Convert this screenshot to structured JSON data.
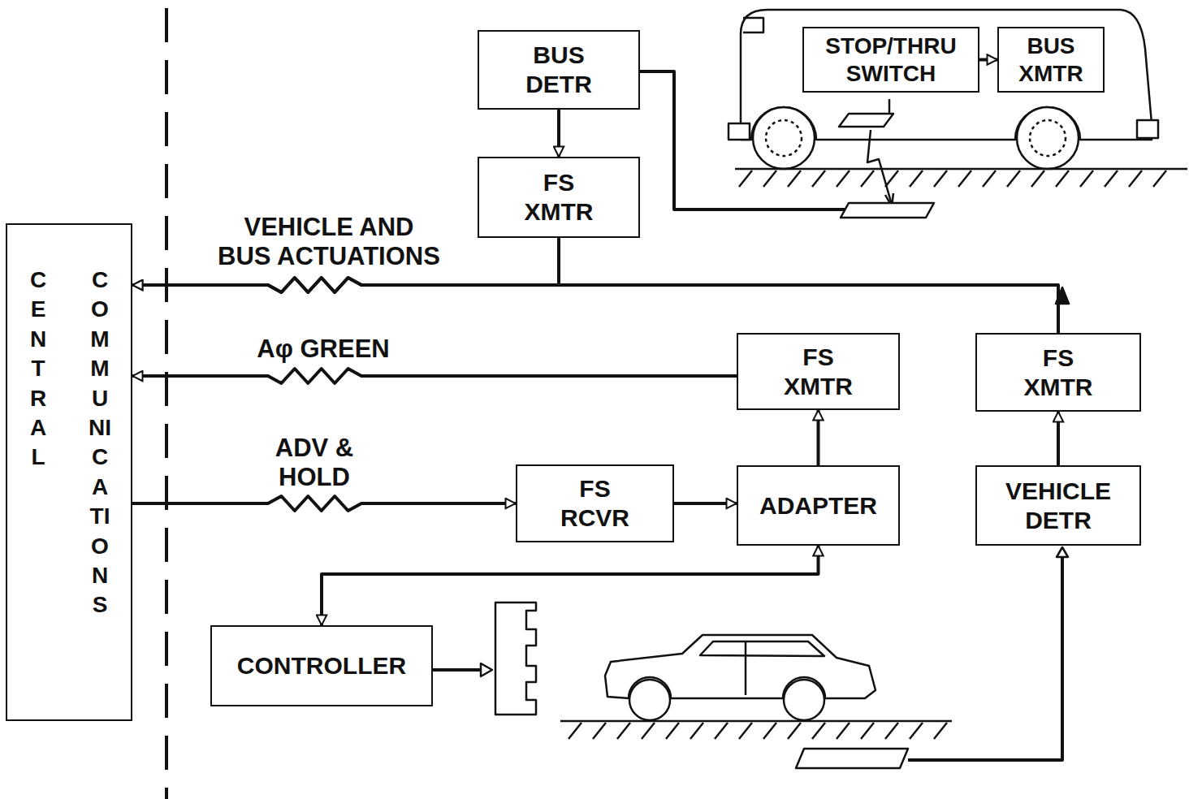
{
  "diagram": {
    "nodes": [
      {
        "text": [
          "BUS DETR"
        ]
      },
      {
        "text": [
          "STOP/THRU SWITCH"
        ]
      },
      {
        "text": [
          "BUS XMTR"
        ]
      },
      {
        "text": [
          "FS XMTR"
        ]
      },
      {
        "text": [
          "CENTRAL",
          "COMMUNICATIONS"
        ]
      },
      {
        "text": [
          "FS XMTR"
        ]
      },
      {
        "text": [
          "FS XMTR"
        ]
      },
      {
        "text": [
          "FS RCVR"
        ]
      },
      {
        "text": [
          "ADAPTER"
        ]
      },
      {
        "text": [
          "VEHICLE DETR"
        ]
      },
      {
        "text": [
          "CONTROLLER"
        ]
      }
    ],
    "edges": [
      {
        "from": 0,
        "to": 3,
        "arrow": "to"
      },
      {
        "from": 3,
        "to": 4,
        "label": "VEHICLE AND BUS ACTUATIONS",
        "arrow": "to"
      },
      {
        "from": 6,
        "to": 4,
        "arrow": "to"
      },
      {
        "from": 5,
        "to": 4,
        "label": "Aφ GREEN",
        "arrow": "to"
      },
      {
        "from": 4,
        "to": 7,
        "label": "ADV & HOLD",
        "arrow": "to"
      },
      {
        "from": 7,
        "to": 8,
        "arrow": "to"
      },
      {
        "from": 8,
        "to": 5,
        "arrow": "to"
      },
      {
        "from": 9,
        "to": 6,
        "arrow": "to"
      },
      {
        "from": 10,
        "to": 8,
        "arrow": "both"
      },
      {
        "from": 1,
        "to": 2,
        "arrow": "to"
      }
    ]
  }
}
